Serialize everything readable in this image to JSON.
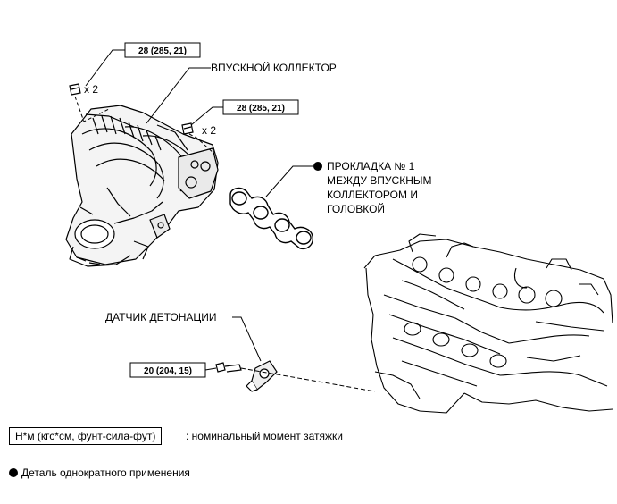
{
  "torque_specs": {
    "manifold_top": "28 (285, 21)",
    "manifold_side": "28 (285, 21)",
    "knock_sensor": "20 (204, 15)"
  },
  "quantities": {
    "top_bolts": "x 2",
    "side_bolts": "x 2"
  },
  "parts": {
    "intake_manifold": "ВПУСКНОЙ КОЛЛЕКТОР",
    "gasket_line1": "ПРОКЛАДКА № 1",
    "gasket_line2": "МЕЖДУ ВПУСКНЫМ",
    "gasket_line3": "КОЛЛЕКТОРОМ И",
    "gasket_line4": "ГОЛОВКОЙ",
    "knock_sensor": "ДАТЧИК ДЕТОНАЦИИ"
  },
  "legend": {
    "torque_units": "Н*м (кгс*см, фунт-сила-фут)",
    "torque_desc": ": номинальный момент затяжки",
    "non_reusable": "Деталь однократного применения"
  }
}
